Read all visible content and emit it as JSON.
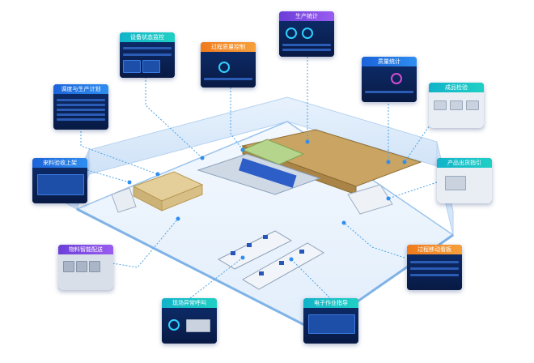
{
  "panels": [
    {
      "id": "equipment-status",
      "label": "设备状态监控",
      "header": "teal"
    },
    {
      "id": "production-stats",
      "label": "生产统计",
      "header": "purple"
    },
    {
      "id": "process-quality",
      "label": "过程质量控制",
      "header": "orange"
    },
    {
      "id": "scheduling-planning",
      "label": "调度与生产计划",
      "header": "blue"
    },
    {
      "id": "quality-stats",
      "label": "质量统计",
      "header": "blue"
    },
    {
      "id": "finished-inspection",
      "label": "成品检验",
      "header": "teal"
    },
    {
      "id": "incoming-receiving",
      "label": "来料验收上架",
      "header": "blue"
    },
    {
      "id": "outbound-warehouse",
      "label": "产品出货指引",
      "header": "teal"
    },
    {
      "id": "material-delivery",
      "label": "物料智能配送",
      "header": "purple"
    },
    {
      "id": "wip-tracking",
      "label": "过程移动看板",
      "header": "orange"
    },
    {
      "id": "andon-call",
      "label": "现场异常呼叫",
      "header": "teal"
    },
    {
      "id": "electronic-sop",
      "label": "电子作业指导",
      "header": "teal"
    }
  ],
  "colors": {
    "teal": "#1bc2c8",
    "blue": "#2a7ae6",
    "orange": "#f28a2a",
    "purple": "#7d4ae6",
    "floor": "#eaf4ff",
    "wall": "#cfe3f8",
    "connector": "#4aa3e6"
  }
}
